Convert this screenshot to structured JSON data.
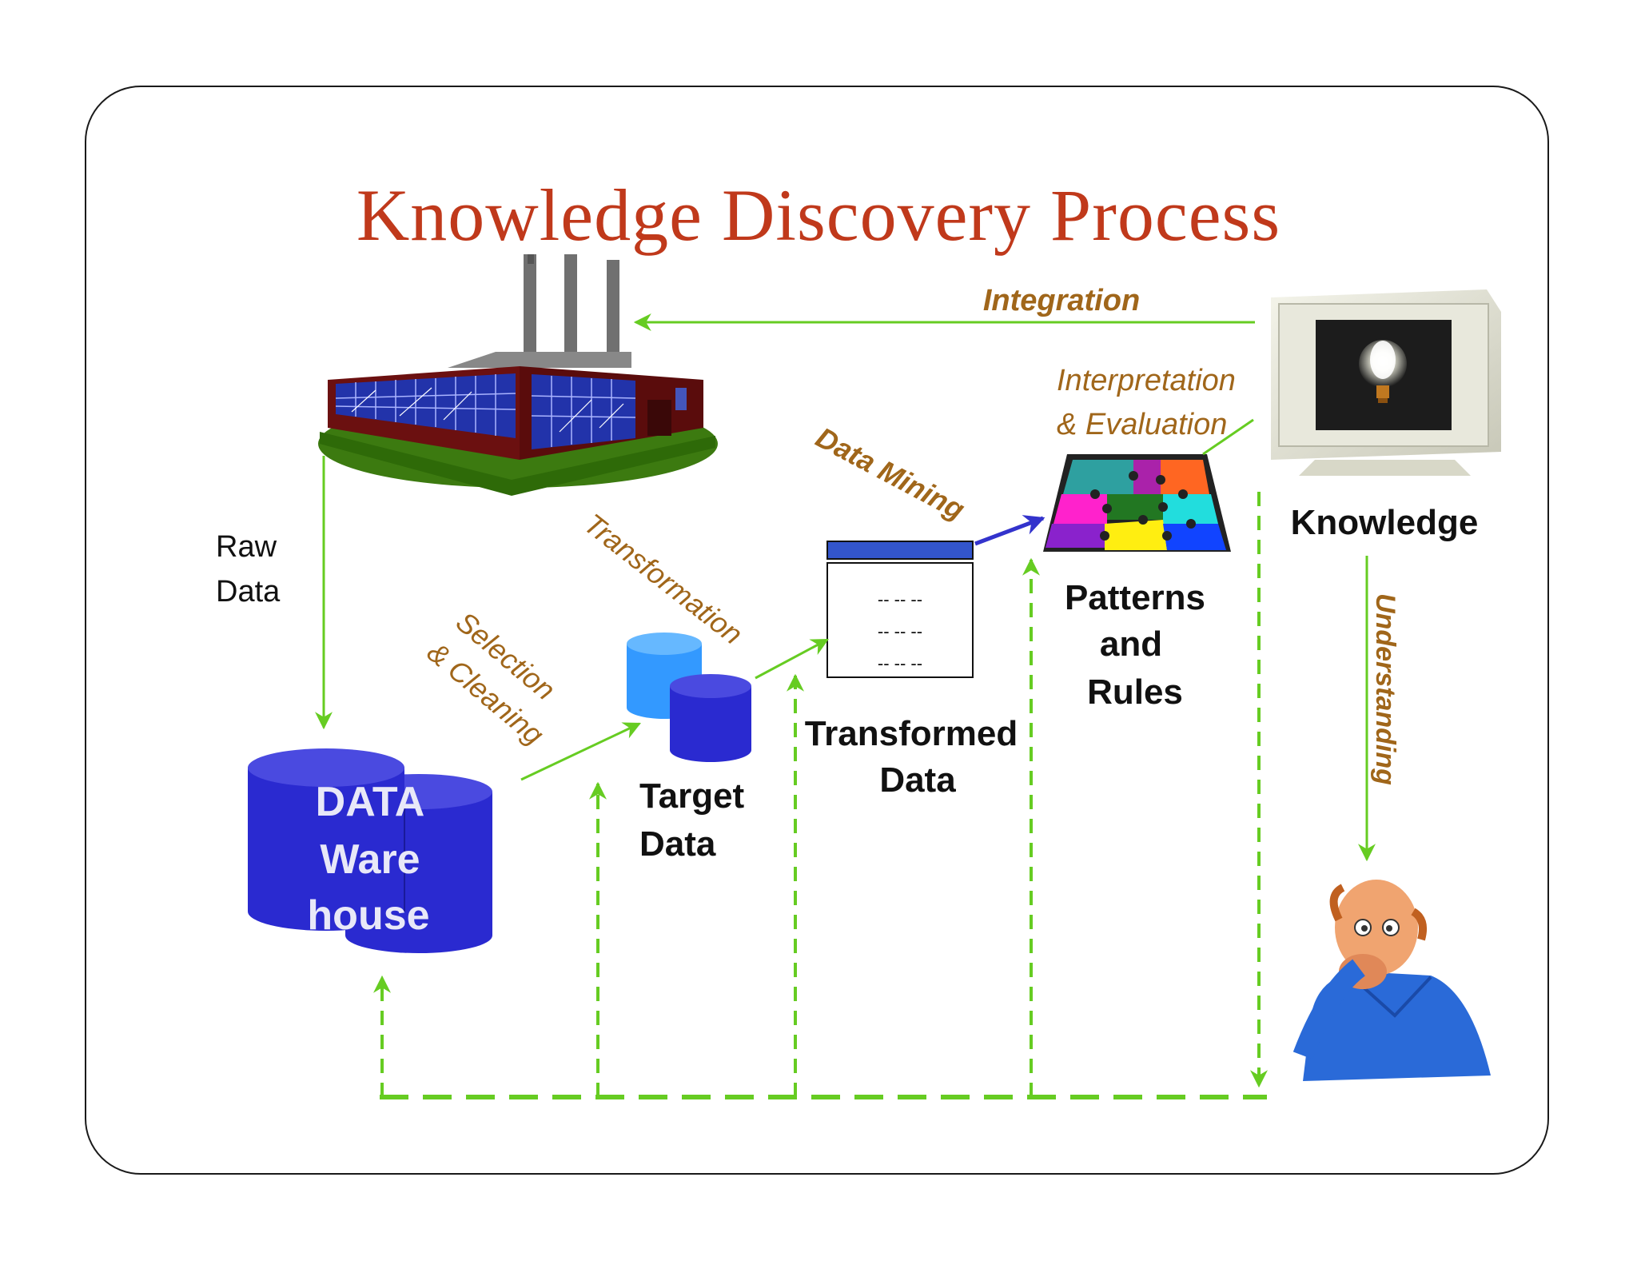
{
  "title": "Knowledge Discovery Process",
  "labels": {
    "integration": "Integration",
    "interpretation_line1": "Interpretation",
    "interpretation_line2": "& Evaluation",
    "data_mining": "Data Mining",
    "transformation": "Transformation",
    "selection_line1": "Selection",
    "selection_line2": "& Cleaning",
    "raw_data_line1": "Raw",
    "raw_data_line2": "Data",
    "warehouse_line1": "DATA",
    "warehouse_line2": "Ware",
    "warehouse_line3": "house",
    "target_line1": "Target",
    "target_line2": "Data",
    "transformed_line1": "Transformed",
    "transformed_line2": "Data",
    "patterns_line1": "Patterns",
    "patterns_line2": "and",
    "patterns_line3": "Rules",
    "knowledge": "Knowledge",
    "understanding": "Understanding",
    "table_row1": "-- -- --",
    "table_row2": "-- -- --",
    "table_row3": "-- -- --"
  },
  "colors": {
    "title": "#c0391b",
    "arrow_green": "#66cc22",
    "olive_text": "#a0661a",
    "cylinder_blue": "#2a2ad0",
    "light_blue": "#3399ff",
    "data_mining_arrow": "#3333cc"
  }
}
